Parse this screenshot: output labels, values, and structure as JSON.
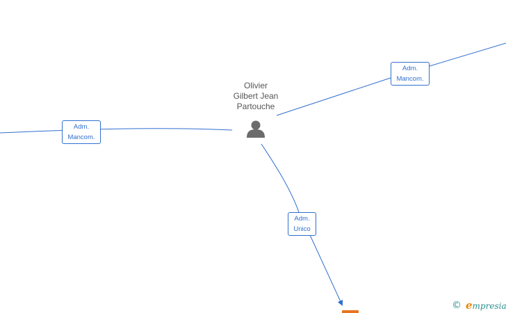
{
  "person": {
    "name": "Olivier\nGilbert Jean\nPartouche",
    "icon": "person-icon"
  },
  "edges": [
    {
      "line1": "Adm.",
      "line2": "Mancom."
    },
    {
      "line1": "Adm.",
      "line2": "Mancom."
    },
    {
      "line1": "Adm.",
      "line2": "Unico"
    }
  ],
  "watermark": {
    "symbol": "©",
    "brand_initial": "e",
    "brand_rest": "mpresia"
  },
  "colors": {
    "edge": "#2f6fd0",
    "node_icon": "#6b6b6b",
    "target_node": "#e8731e",
    "brand_accent": "#e8860b",
    "brand_teal": "#2a8f8f"
  }
}
